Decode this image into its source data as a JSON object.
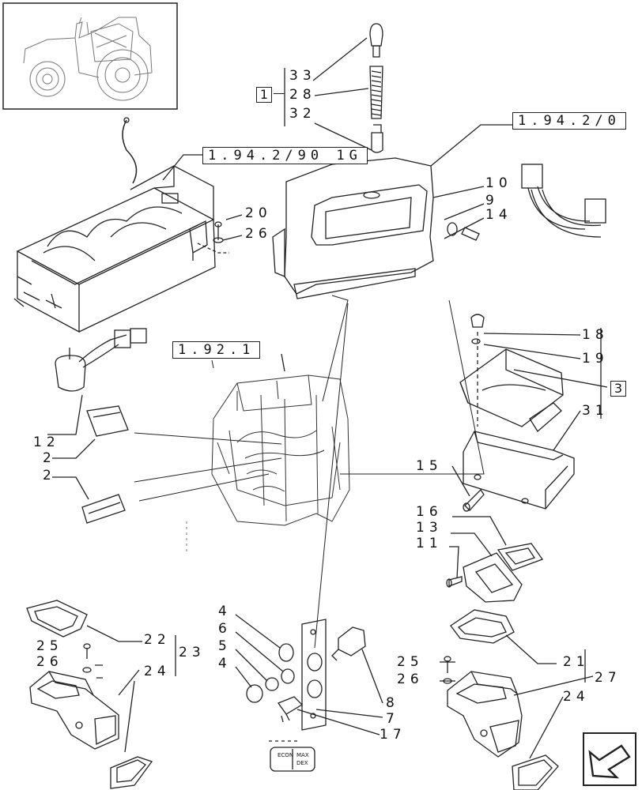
{
  "refs": {
    "frame_ref": "1.94.2/0",
    "ac_ref": "1.94.2/90 1G",
    "cab_ref": "1.92.1"
  },
  "groups": {
    "g1": "1",
    "g3": "3"
  },
  "labels": {
    "l33": "33",
    "l28": "28",
    "l32": "32",
    "l10": "10",
    "l9": "9",
    "l14": "14",
    "l20": "20",
    "l26a": "26",
    "l18": "18",
    "l19": "19",
    "l31": "31",
    "l12": "12",
    "l2a": "2",
    "l2b": "2",
    "l15": "15",
    "l16": "16",
    "l13": "13",
    "l11": "11",
    "l22": "22",
    "l23": "23",
    "l24a": "24",
    "l25a": "25",
    "l26b": "26",
    "l4a": "4",
    "l6": "6",
    "l5": "5",
    "l4b": "4",
    "l8": "8",
    "l7": "7",
    "l17": "17",
    "l25b": "25",
    "l26c": "26",
    "l21": "21",
    "l27": "27",
    "l24b": "24"
  },
  "switch_labels": {
    "econ": "ECON",
    "max": "MAX",
    "dex": "DEX"
  }
}
